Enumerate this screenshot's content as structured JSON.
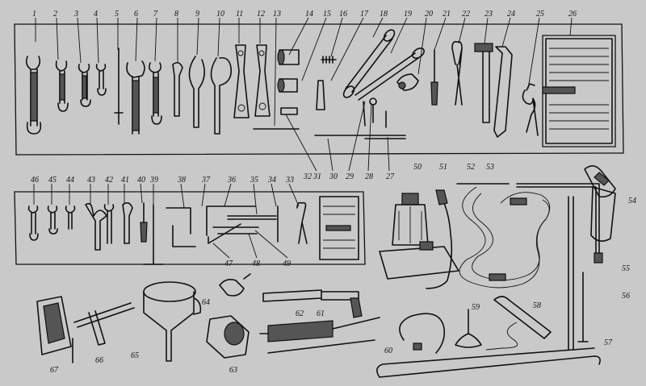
{
  "callouts": {
    "upper_board": [
      "1",
      "2",
      "3",
      "4",
      "5",
      "6",
      "7",
      "8",
      "9",
      "10",
      "11",
      "12",
      "13",
      "14",
      "15",
      "16",
      "17",
      "18",
      "19",
      "20",
      "21",
      "22",
      "23",
      "24",
      "25",
      "26",
      "27",
      "28",
      "29",
      "30",
      "31",
      "32"
    ],
    "lower_board": [
      "33",
      "34",
      "35",
      "36",
      "37",
      "38",
      "39",
      "40",
      "41",
      "42",
      "43",
      "44",
      "45",
      "46",
      "47",
      "48",
      "49"
    ],
    "loose_items": [
      "50",
      "51",
      "52",
      "53",
      "54",
      "55",
      "56",
      "57",
      "58",
      "59",
      "60",
      "61",
      "62",
      "63",
      "64",
      "65",
      "66",
      "67"
    ]
  },
  "colors": {
    "paper": "#c9c9c9",
    "ink": "#111111",
    "shade": "#555555"
  }
}
